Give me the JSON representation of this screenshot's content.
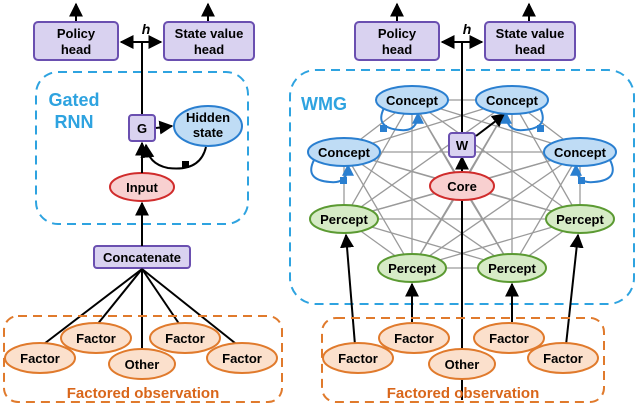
{
  "left": {
    "policy_head": [
      "Policy",
      "head"
    ],
    "state_value_head": [
      "State value",
      "head"
    ],
    "h_label": "h",
    "module_label": [
      "Gated",
      "RNN"
    ],
    "g_label": "G",
    "hidden_state": [
      "Hidden",
      "state"
    ],
    "input_label": "Input",
    "concatenate_label": "Concatenate",
    "factors": [
      "Factor",
      "Factor",
      "Factor",
      "Factor"
    ],
    "other_label": "Other",
    "observation_label": "Factored observation"
  },
  "right": {
    "policy_head": [
      "Policy",
      "head"
    ],
    "state_value_head": [
      "State value",
      "head"
    ],
    "h_label": "h",
    "module_label": "WMG",
    "w_label": "W",
    "core_label": "Core",
    "concepts": [
      "Concept",
      "Concept",
      "Concept",
      "Concept"
    ],
    "percepts": [
      "Percept",
      "Percept",
      "Percept",
      "Percept"
    ],
    "factors": [
      "Factor",
      "Factor",
      "Factor",
      "Factor"
    ],
    "other_label": "Other",
    "observation_label": "Factored observation"
  },
  "colors": {
    "purple_fill": "#d9d2f0",
    "purple_stroke": "#6a4fb0",
    "blue_fill": "#bfdcf5",
    "blue_stroke": "#2a7fd0",
    "red_fill": "#f8d0d0",
    "red_stroke": "#d02c2c",
    "green_fill": "#d6ebc6",
    "green_stroke": "#5b9a32",
    "orange_fill": "#fbe0cc",
    "orange_stroke": "#e07a2c",
    "dash_blue": "#2ea3e0",
    "dash_orange": "#e07a2c"
  }
}
